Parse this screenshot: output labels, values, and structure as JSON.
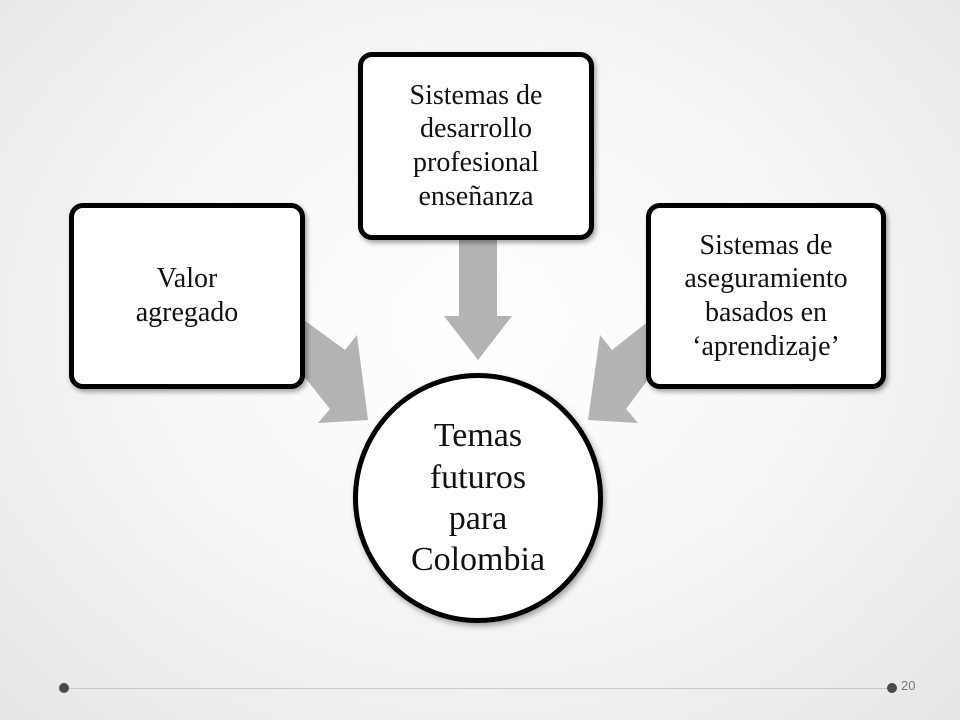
{
  "diagram": {
    "center": {
      "label": "Temas\nfuturos\npara\nColombia"
    },
    "nodes": [
      {
        "id": "left",
        "label": "Valor\nagregado"
      },
      {
        "id": "top",
        "label": "Sistemas de\ndesarrollo\nprofesional\nenseñanza"
      },
      {
        "id": "right",
        "label": "Sistemas de\naseguramiento\nbasados en\n‘aprendizaje’"
      }
    ],
    "arrow_color": "#b3b3b3"
  },
  "footer": {
    "page_number": "20"
  }
}
